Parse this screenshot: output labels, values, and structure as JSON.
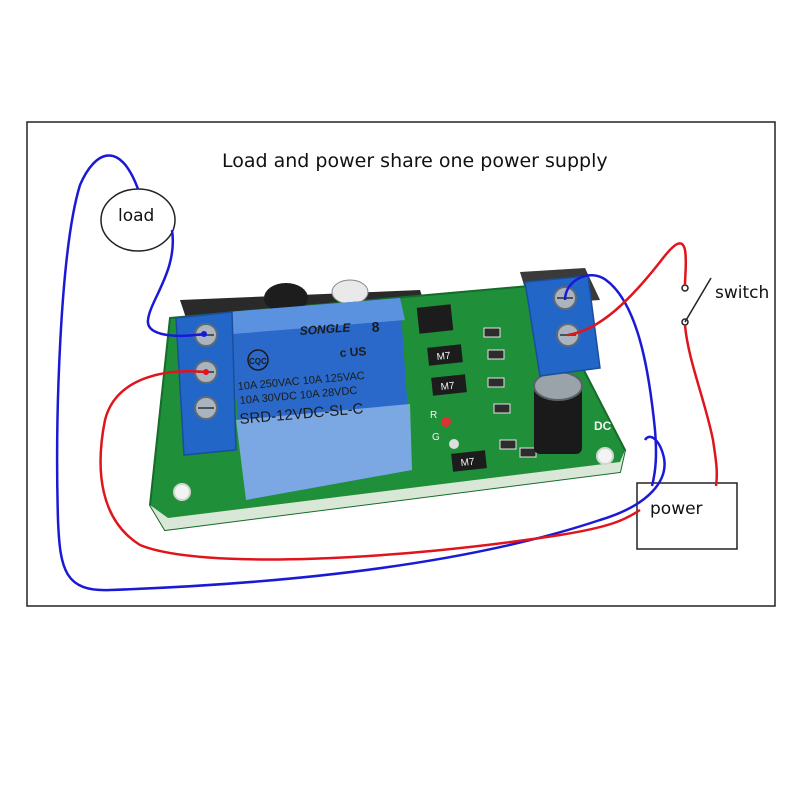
{
  "diagram": {
    "title": "Load and power share one power supply",
    "labels": {
      "load": "load",
      "switch": "switch",
      "power": "power"
    },
    "relay": {
      "brand": "SONGLE",
      "cert_left": "CQC",
      "cert_right": "c US",
      "pin_count": "8",
      "rating_line1": "10A 250VAC  10A 125VAC",
      "rating_line2": "10A  30VDC  10A  28VDC",
      "model": "SRD-12VDC-SL-C"
    },
    "board": {
      "chip_marks": [
        "M7",
        "M7",
        "M7"
      ],
      "silk_dc": "DC",
      "silk_r": "R",
      "silk_g": "G"
    },
    "wire_colors": {
      "positive": "#e0141c",
      "negative": "#1a1ad6"
    }
  }
}
